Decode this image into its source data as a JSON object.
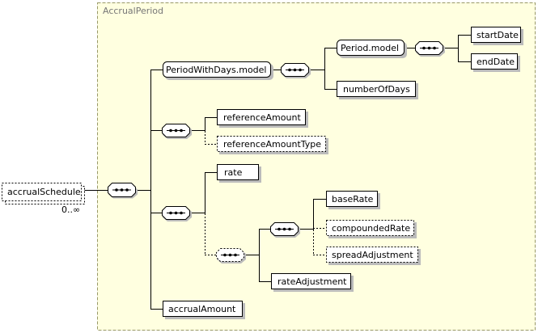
{
  "diagram": {
    "group_title": "AccrualPeriod",
    "root": {
      "label": "accrualSchedule",
      "multiplicity": "0..∞"
    },
    "elements": {
      "period_with_days": "PeriodWithDays.model",
      "period_model": "Period.model",
      "start_date": "startDate",
      "end_date": "endDate",
      "number_of_days": "numberOfDays",
      "reference_amount": "referenceAmount",
      "reference_amount_type": "referenceAmountType",
      "rate": "rate",
      "base_rate": "baseRate",
      "compounded_rate": "compoundedRate",
      "spread_adjustment": "spreadAdjustment",
      "rate_adjustment": "rateAdjustment",
      "accrual_amount": "accrualAmount"
    },
    "colors": {
      "group_fill": "#ffffe0",
      "group_border": "#999966",
      "element_fill": "#ffffff",
      "shadow": "#bbbbbb",
      "line": "#000000"
    }
  }
}
